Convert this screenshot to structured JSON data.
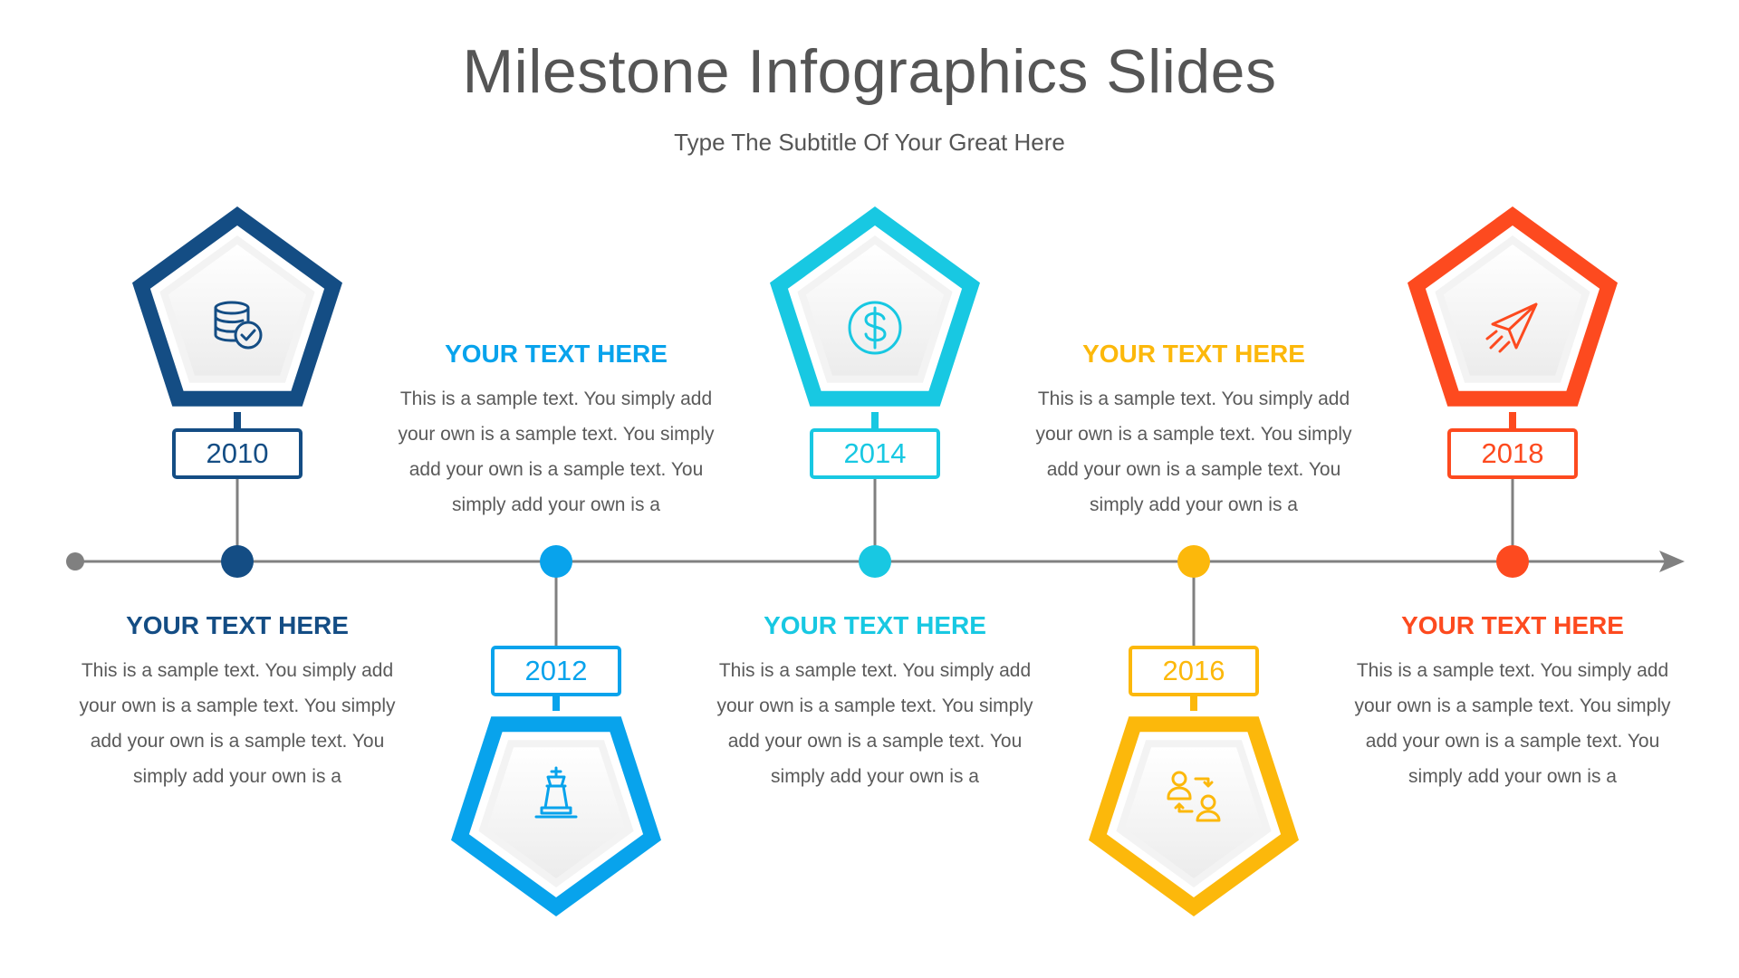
{
  "header": {
    "title": "Milestone Infographics Slides",
    "subtitle": "Type The Subtitle Of Your Great Here"
  },
  "colors": {
    "axis": "#808080",
    "text": "#5a5a5a",
    "icon_bg": "#eeeeee"
  },
  "milestones": [
    {
      "year": "2010",
      "heading": "YOUR TEXT HERE",
      "body": "This is a sample text. You simply add your own is a sample text. You simply add your own is a sample text. You simply add your own is a",
      "color": "#144d84",
      "icon": "database-check-icon"
    },
    {
      "year": "2012",
      "heading": "YOUR TEXT HERE",
      "body": "This is a sample text. You simply add your own is a sample text. You simply add your own is a sample text. You simply add your own is a",
      "color": "#08a3ec",
      "icon": "chess-king-icon"
    },
    {
      "year": "2014",
      "heading": "YOUR TEXT HERE",
      "body": "This is a sample text. You simply add your own is a sample text. You simply add your own is a sample text. You simply add your own is a",
      "color": "#18c8e2",
      "icon": "dollar-coin-icon"
    },
    {
      "year": "2016",
      "heading": "YOUR TEXT HERE",
      "body": "This is a sample text. You simply add your own is a sample text. You simply add your own is a sample text. You simply add your own is a",
      "color": "#fcb80b",
      "icon": "people-exchange-icon"
    },
    {
      "year": "2018",
      "heading": "YOUR TEXT HERE",
      "body": "This is a sample text. You simply add your own is a sample text. You simply add your own is a sample text. You simply add your own is a",
      "color": "#fd4a1f",
      "icon": "paper-plane-icon"
    }
  ]
}
